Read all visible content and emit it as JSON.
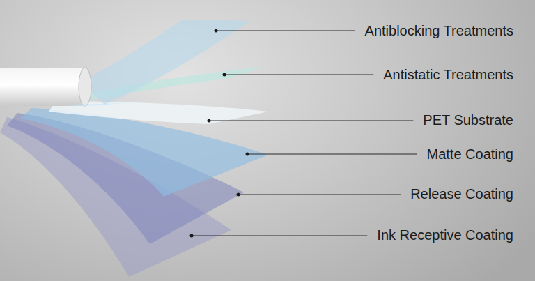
{
  "diagram": {
    "labels": [
      "Antiblocking Treatments",
      "Antistatic Treatments",
      "PET Substrate",
      "Matte Coating",
      "Release Coating",
      "Ink Receptive Coating"
    ]
  }
}
